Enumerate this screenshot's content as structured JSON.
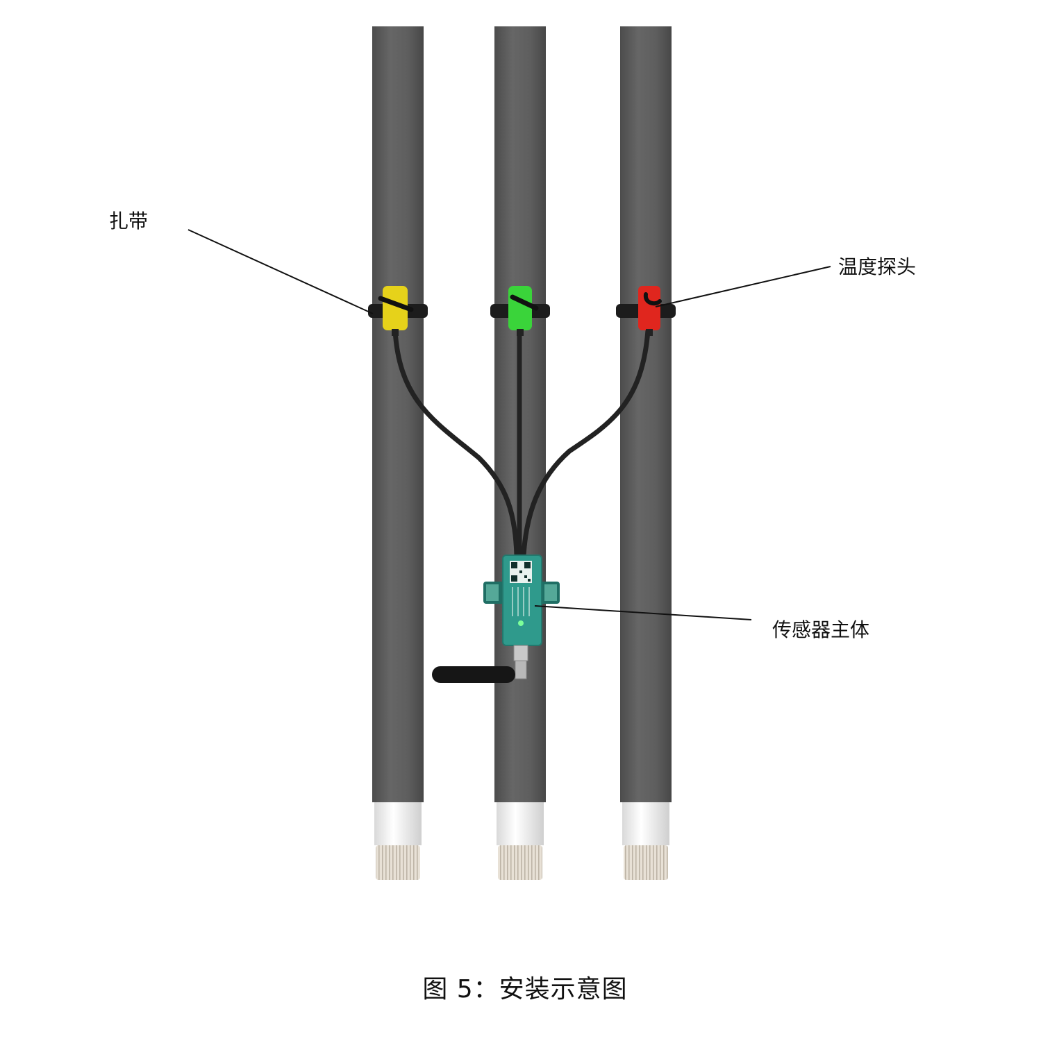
{
  "labels": {
    "cable_tie": "扎带",
    "temp_probe": "温度探头",
    "sensor_body": "传感器主体"
  },
  "caption": "图 5：安装示意图",
  "colors": {
    "pole": "#5e5e5e",
    "probe_yellow": "#e6d21a",
    "probe_green": "#3ad43a",
    "probe_red": "#e0261e",
    "sensor_housing": "#2f9a8c",
    "cable": "#222222"
  },
  "icons": [
    "temperature-probe-icon",
    "sensor-module-icon",
    "antenna-icon",
    "qr-code-icon"
  ]
}
